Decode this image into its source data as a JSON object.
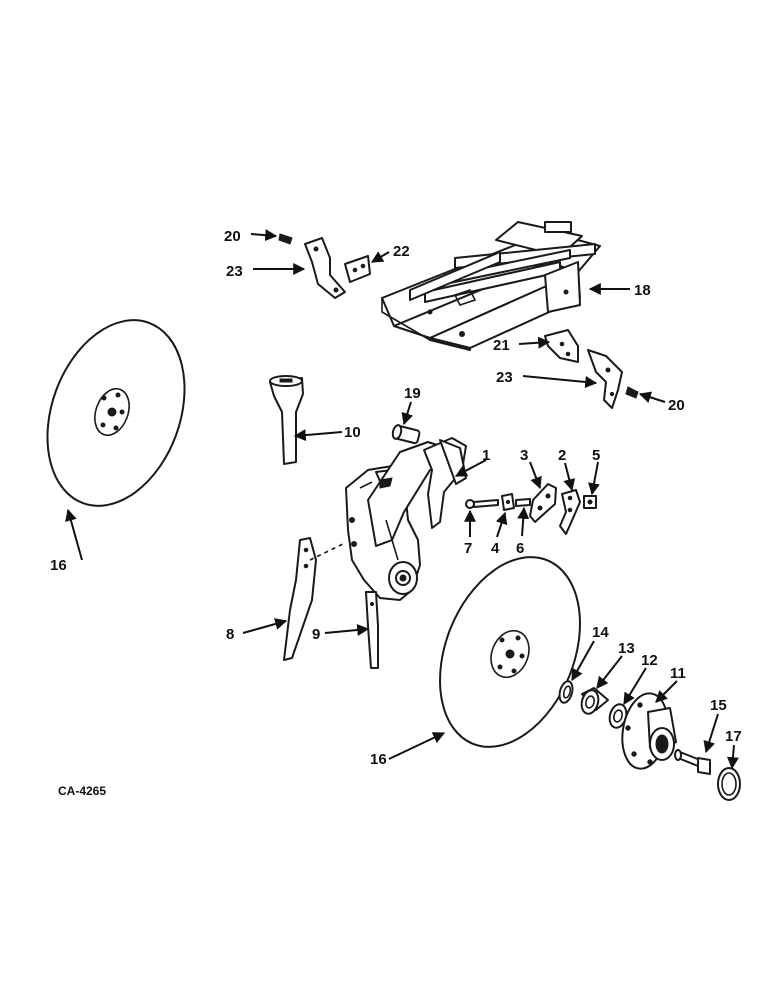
{
  "diagram": {
    "figure_code": "CA-4265",
    "callouts": {
      "c1": "1",
      "c2": "2",
      "c3": "3",
      "c4": "4",
      "c5": "5",
      "c6": "6",
      "c7": "7",
      "c8": "8",
      "c9": "9",
      "c10": "10",
      "c11": "11",
      "c12": "12",
      "c13": "13",
      "c14": "14",
      "c15": "15",
      "c16a": "16",
      "c16b": "16",
      "c17": "17",
      "c18": "18",
      "c19": "19",
      "c20a": "20",
      "c20b": "20",
      "c21": "21",
      "c22": "22",
      "c23a": "23",
      "c23b": "23"
    }
  }
}
